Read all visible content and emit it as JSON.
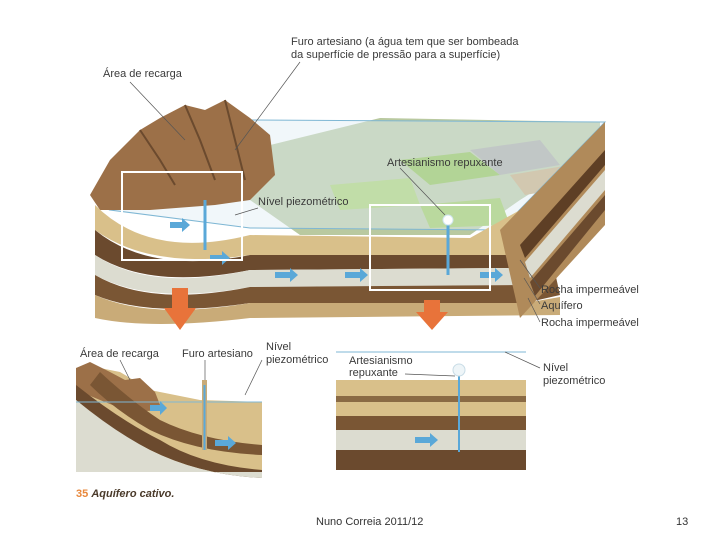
{
  "labels": {
    "furo_top_line1": "Furo artesiano (a água tem que ser bombeada",
    "furo_top_line2": "da superfície de pressão para a superfície)",
    "area_recarga_top": "Área de recarga",
    "artesianismo_repuxante_top": "Artesianismo repuxante",
    "nivel_piezometrico_top": "Nível piezométrico",
    "rocha_impermeavel_1": "Rocha impermeável",
    "aquifero": "Aquífero",
    "rocha_impermeavel_2": "Rocha impermeável",
    "area_recarga_bottom": "Área de recarga",
    "furo_artesiano_bottom": "Furo artesiano",
    "nivel_bottom_left_line1": "Nível",
    "nivel_bottom_left_line2": "piezométrico",
    "artesianismo_bottom_line1": "Artesianismo",
    "artesianismo_bottom_line2": "repuxante",
    "nivel_bottom_right_line1": "Nível",
    "nivel_bottom_right_line2": "piezométrico"
  },
  "caption": {
    "number": "35",
    "text": "Aquífero cativo."
  },
  "footer": {
    "author": "Nuno Correia 2011/12",
    "page": "13"
  },
  "colors": {
    "arrow": "#e8733a",
    "water_flow": "#5aa8d8",
    "aquifer": "#dcdcd0",
    "impermeable": "#6b4a2e",
    "sand": "#d9c08a",
    "grass": "#8cc04a"
  }
}
